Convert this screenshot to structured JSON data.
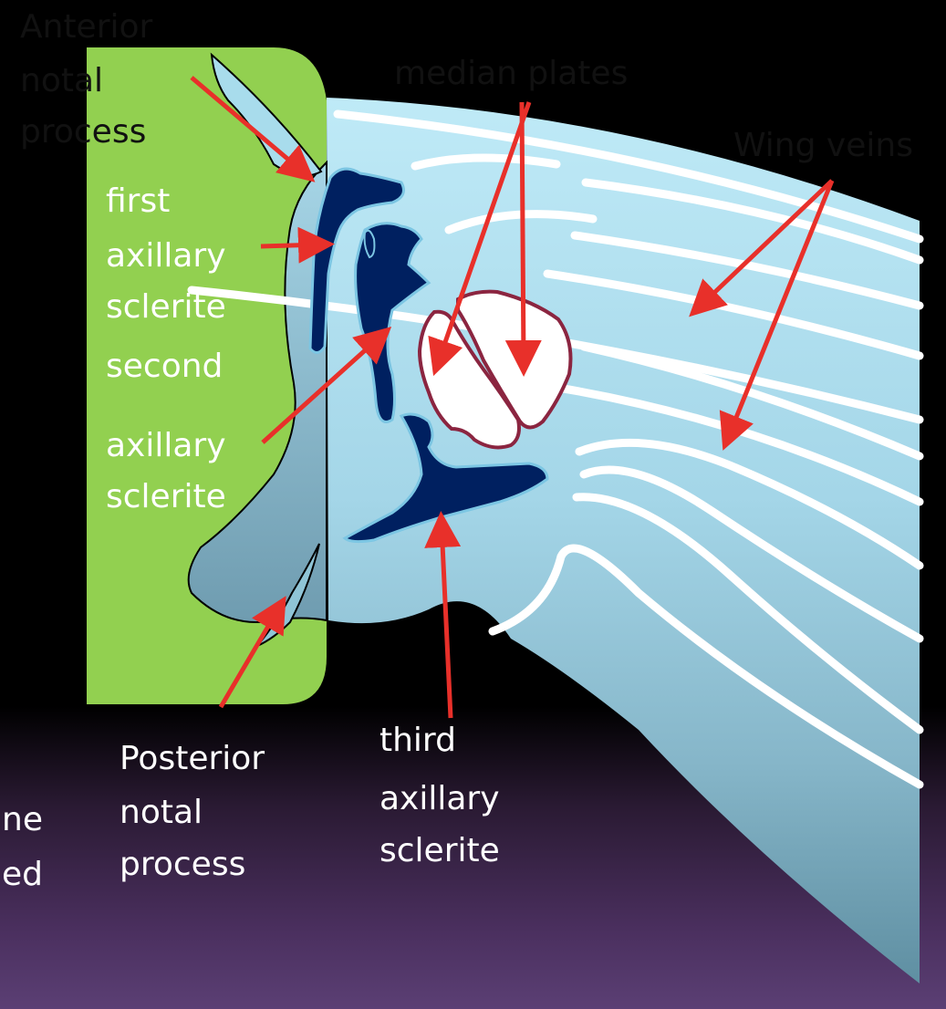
{
  "labels": {
    "anterior_notal_process": [
      "Anterior",
      "notal",
      "process"
    ],
    "median_plates": "median plates",
    "wing_veins": "Wing veins",
    "first_axillary_sclerite": [
      "first",
      "axillary",
      "sclerite"
    ],
    "second_axillary_sclerite": [
      "second",
      "axillary",
      "sclerite"
    ],
    "posterior_notal_process": [
      "Posterior",
      "notal",
      "process"
    ],
    "third_axillary_sclerite": [
      "third",
      "axillary",
      "sclerite"
    ],
    "cut_off_text": [
      "ne",
      "ed"
    ]
  },
  "colors": {
    "notum": "#92d050",
    "wing_light": "#b7e7f5",
    "wing_dark": "#5f8fa2",
    "sclerite": "#002060",
    "median_plate_fill": "#ffffff",
    "median_plate_outline": "#8b2540",
    "arrow": "#e8302a",
    "vein": "#ffffff"
  }
}
